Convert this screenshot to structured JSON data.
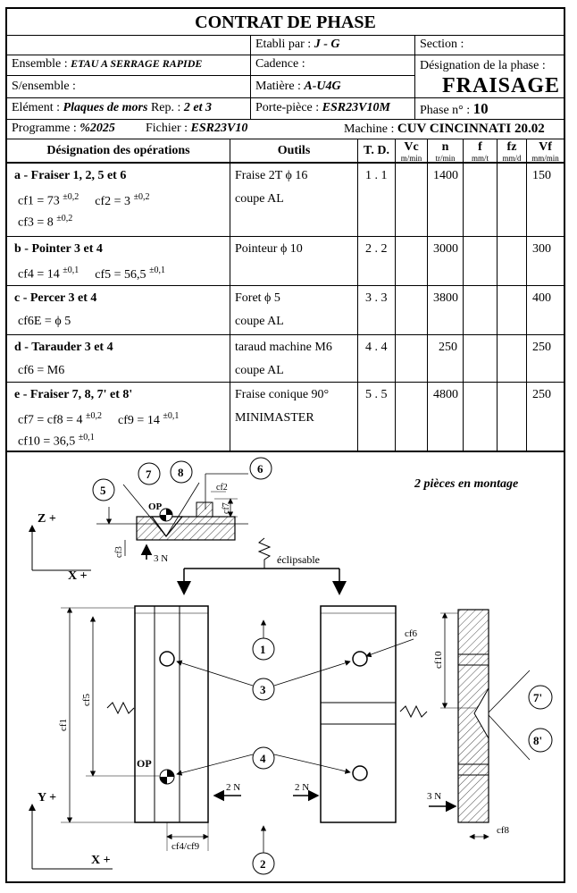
{
  "header": {
    "title": "CONTRAT DE PHASE",
    "etabli_label": "Etabli par :",
    "etabli_value": "J - G",
    "section_label": "Section :",
    "ensemble_label": "Ensemble :",
    "ensemble_value": "ETAU A SERRAGE RAPIDE",
    "cadence_label": "Cadence :",
    "designation_label": "Désignation de la phase :",
    "designation_value": "FRAISAGE",
    "sous_ensemble_label": "S/ensemble :",
    "matiere_label": "Matière :",
    "matiere_value": "A-U4G",
    "element_label": "Elément :",
    "element_value": "Plaques de mors",
    "rep_label": "Rep. :",
    "rep_value": "2 et 3",
    "porte_piece_label": "Porte-pièce :",
    "porte_piece_value": "ESR23V10M",
    "phase_label": "Phase n° :",
    "phase_value": "10",
    "programme_label": "Programme :",
    "programme_value": "%2025",
    "fichier_label": "Fichier :",
    "fichier_value": "ESR23V10",
    "machine_label": "Machine :",
    "machine_value": "CUV CINCINNATI 20.02"
  },
  "columns": {
    "designation": "Désignation des opérations",
    "outils": "Outils",
    "td": "T. D.",
    "vc": "Vc",
    "vc_unit": "m/min",
    "n": "n",
    "n_unit": "tr/min",
    "f": "f",
    "f_unit": "mm/t",
    "fz": "fz",
    "fz_unit": "mm/d",
    "vf": "Vf",
    "vf_unit": "mm/min"
  },
  "operations": [
    {
      "title": "a - Fraiser 1, 2, 5 et 6",
      "lines": [
        {
          "a": "cf1 = 73 ",
          "a_tol": "±0,2",
          "b": "cf2 = 3 ",
          "b_tol": "±0,2"
        },
        {
          "a": "cf3 = 8 ",
          "a_tol": "±0,2"
        }
      ],
      "tool1": "Fraise 2T ϕ 16",
      "tool2": "coupe AL",
      "td": "1 . 1",
      "n": "1400",
      "vf": "150"
    },
    {
      "title": "b - Pointer 3 et 4",
      "lines": [
        {
          "a": "cf4 = 14 ",
          "a_tol": "±0,1",
          "b": "cf5 = 56,5 ",
          "b_tol": "±0,1"
        }
      ],
      "tool1": "Pointeur ϕ 10",
      "tool2": "",
      "td": "2 . 2",
      "n": "3000",
      "vf": "300"
    },
    {
      "title": "c - Percer 3 et 4",
      "lines": [
        {
          "a": "cf6E = ϕ 5",
          "a_tol": ""
        }
      ],
      "tool1": "Foret ϕ 5",
      "tool2": "coupe AL",
      "td": "3 . 3",
      "n": "3800",
      "vf": "400"
    },
    {
      "title": "d - Tarauder 3 et 4",
      "lines": [
        {
          "a": "cf6 = M6",
          "a_tol": ""
        }
      ],
      "tool1": "taraud machine M6",
      "tool2": "coupe AL",
      "td": "4 . 4",
      "n": "250",
      "vf": "250"
    },
    {
      "title": "e - Fraiser 7, 8, 7' et 8'",
      "lines": [
        {
          "a": "cf7 = cf8 = 4 ",
          "a_tol": "±0,2",
          "b": "cf9 = 14 ",
          "b_tol": "±0,1"
        },
        {
          "a": "cf10 = 36,5 ",
          "a_tol": "±0,1"
        }
      ],
      "tool1": "Fraise conique 90°",
      "tool2": "MINIMASTER",
      "td": "5 . 5",
      "n": "4800",
      "vf": "250"
    }
  ],
  "drawing": {
    "montage_note": "2 pièces en montage",
    "eclipsable": "éclipsable",
    "axis_z": "Z +",
    "axis_x": "X +",
    "axis_y": "Y +",
    "op": "OP",
    "force_3n": "3 N",
    "force_2n": "2 N",
    "labels": {
      "cf1": "cf1",
      "cf2": "cf2",
      "cf3": "cf3",
      "cf4cf9": "cf4/cf9",
      "cf5": "cf5",
      "cf6": "cf6",
      "cf7": "cf7",
      "cf8": "cf8",
      "cf10": "cf10"
    },
    "callouts": [
      "1",
      "2",
      "3",
      "4",
      "5",
      "6",
      "7",
      "8",
      "7'",
      "8'"
    ]
  }
}
